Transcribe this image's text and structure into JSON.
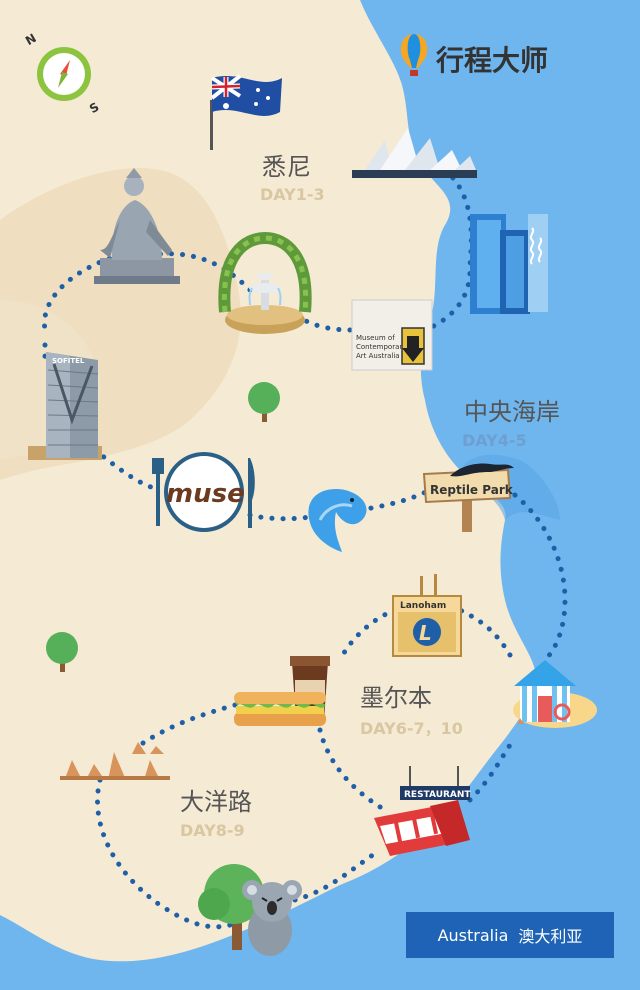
{
  "logo": {
    "text": "行程大师",
    "icon": "balloon-icon"
  },
  "compass": {
    "north": "N",
    "south": "S",
    "icon": "compass-icon"
  },
  "country_badge": {
    "en": "Australia",
    "zh": "澳大利亚"
  },
  "regions": [
    {
      "name": "悉尼",
      "days": "DAY1-3"
    },
    {
      "name": "中央海岸",
      "days": "DAY4-5"
    },
    {
      "name": "墨尔本",
      "days": "DAY6-7，10"
    },
    {
      "name": "大洋路",
      "days": "DAY8-9"
    }
  ],
  "landmark_labels": {
    "museum": "Museum of Contemporary Art Australia",
    "museum_lines": [
      "Museum of",
      "Contemporary",
      "Art Australia"
    ],
    "restaurant_muse": "muse",
    "reptile_park": "Reptile Park",
    "lanoham": "Lanoham",
    "restaurant": "RESTAURANT",
    "sofitel": "SOFITEL"
  },
  "colors": {
    "ocean": "#6fb6ee",
    "land": "#f5ead4",
    "inland": "#eeddbb",
    "route": "#1f5fa8",
    "badge": "#1e63b6"
  }
}
